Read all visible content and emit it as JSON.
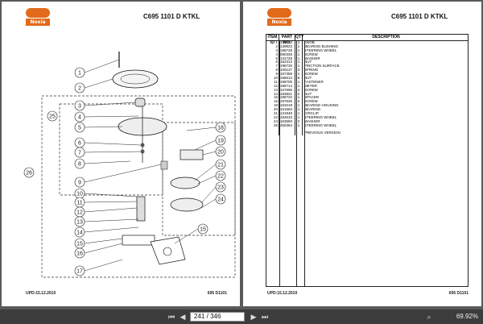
{
  "viewer": {
    "current_page": "241",
    "page_sep": "/",
    "total_pages": "346",
    "zoom": "69.92%"
  },
  "left_page": {
    "logo_text": "Noxia",
    "header": "C695 1101 D  KTKL",
    "footer_left": "UPD:15.12.2010",
    "footer_right": "695 D1101",
    "callouts": [
      "1",
      "2",
      "3",
      "4",
      "5",
      "6",
      "7",
      "8",
      "9",
      "10",
      "11",
      "12",
      "13",
      "14",
      "15",
      "16",
      "17",
      "18",
      "19",
      "20",
      "21",
      "22",
      "23",
      "24",
      "25",
      "26"
    ]
  },
  "right_page": {
    "logo_text": "Noxia",
    "header": "C695 1101 D  KTKL",
    "footer_left": "UPD:15.12.2010",
    "footer_right": "695 D1101",
    "table": {
      "headers": {
        "id": "ITEM ID",
        "part": "PART NO.",
        "qty": "QTY",
        "desc": "DESCRIPTION"
      },
      "rows": [
        {
          "id": "1",
          "part": "198740",
          "qty": "1",
          "desc": "KNOB"
        },
        {
          "id": "2",
          "part": "139923",
          "qty": "1",
          "desc": "BEARING BUSHING"
        },
        {
          "id": "3",
          "part": "198729",
          "qty": "1",
          "desc": "STEERING WHEEL"
        },
        {
          "id": "4",
          "part": "090349",
          "qty": "1",
          "desc": "SCREW"
        },
        {
          "id": "5",
          "part": "131728",
          "qty": "1",
          "desc": "WASHER"
        },
        {
          "id": "6",
          "part": "152313",
          "qty": "1",
          "desc": "NUT"
        },
        {
          "id": "7",
          "part": "198725",
          "qty": "1",
          "desc": "FRICTION SURFACE"
        },
        {
          "id": "8",
          "part": "100137",
          "qty": "3",
          "desc": "SPRING"
        },
        {
          "id": "9",
          "part": "197359",
          "qty": "1",
          "desc": "SCREW"
        },
        {
          "id": "10",
          "part": "166614",
          "qty": "6",
          "desc": "NUT"
        },
        {
          "id": "11",
          "part": "198705",
          "qty": "1",
          "desc": "FASTENER"
        },
        {
          "id": "12",
          "part": "198714",
          "qty": "1",
          "desc": "METER"
        },
        {
          "id": "13",
          "part": "157698",
          "qty": "4",
          "desc": "SCREW"
        },
        {
          "id": "14",
          "part": "183821",
          "qty": "2",
          "desc": "NUT"
        },
        {
          "id": "15",
          "part": "198722",
          "qty": "1",
          "desc": "SPACER"
        },
        {
          "id": "16",
          "part": "197526",
          "qty": "2",
          "desc": "SCREW"
        },
        {
          "id": "19",
          "part": "153218",
          "qty": "1",
          "desc": "BEARING HOUSING"
        },
        {
          "id": "20",
          "part": "151563",
          "qty": "1",
          "desc": "BEARING"
        },
        {
          "id": "21",
          "part": "131948",
          "qty": "1",
          "desc": "CIRCLIP"
        },
        {
          "id": "22",
          "part": "184533",
          "qty": "1",
          "desc": "STEERING WHEEL"
        },
        {
          "id": "24",
          "part": "163583",
          "qty": "2",
          "desc": "WASHER"
        },
        {
          "id": "25",
          "part": "450364",
          "qty": "1",
          "desc": "STEERING WHEEL"
        },
        {
          "id": "",
          "part": "",
          "qty": "",
          "desc": ""
        },
        {
          "id": "",
          "part": "",
          "qty": "",
          "desc": "PREVIOUS VERSION"
        }
      ]
    }
  }
}
